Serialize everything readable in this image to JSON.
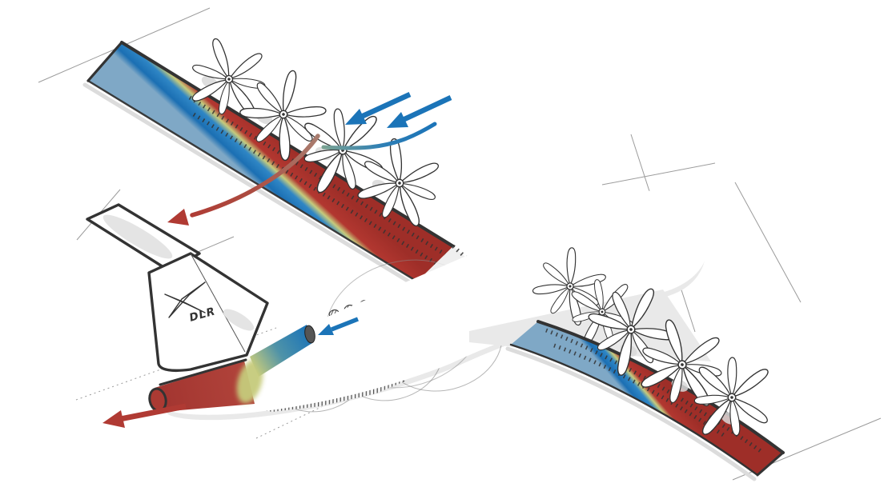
{
  "diagram": {
    "type": "concept-aircraft-sketch",
    "description": "Hand-drawn sketch of a DLR distributed-propulsion aircraft concept with pressure-gradient colored wings, wing-mounted propellers, a hatched aft-fuselage section with tail fan, and airflow arrows"
  },
  "logo": {
    "text": "DLR"
  },
  "colors": {
    "ink": "#333333",
    "construction": "#9b9b9b",
    "shade": "#e9e9e9",
    "hatch": "#4a4a4a",
    "wing_red_dark": "#9e2e28",
    "wing_red": "#b23730",
    "wing_green": "#c6cb7c",
    "wing_blue": "#2f86c5",
    "wing_blue_deep": "#1b6fb3",
    "wing_blue_pale": "#7fa8c6",
    "arrow_blue": "#1b74b8",
    "arrow_red": "#b03a33",
    "arrow_red_faded": "#a97d6f",
    "teal_fade": "#7aa393",
    "cockpit": "#3c3c3c"
  },
  "annotations": {
    "inflow_arrows": {
      "name": "freestream-inflow-arrows",
      "count": 2,
      "color_key": "arrow_blue"
    },
    "intake_flow_line": {
      "name": "propeller-intake-flow-line",
      "color_key": "arrow_blue"
    },
    "wing_wake_arrow": {
      "name": "wing-wake-arrow",
      "color_key": "arrow_red"
    },
    "tail_intake_arrow": {
      "name": "tail-fan-intake-arrow",
      "color_key": "arrow_blue"
    },
    "tail_exhaust_arrow": {
      "name": "tail-exhaust-arrow",
      "color_key": "arrow_red"
    }
  },
  "propellers": {
    "far_wing_count": 4,
    "near_wing_count": 3,
    "ghost_count": 2
  },
  "windows": {
    "count": 15
  }
}
